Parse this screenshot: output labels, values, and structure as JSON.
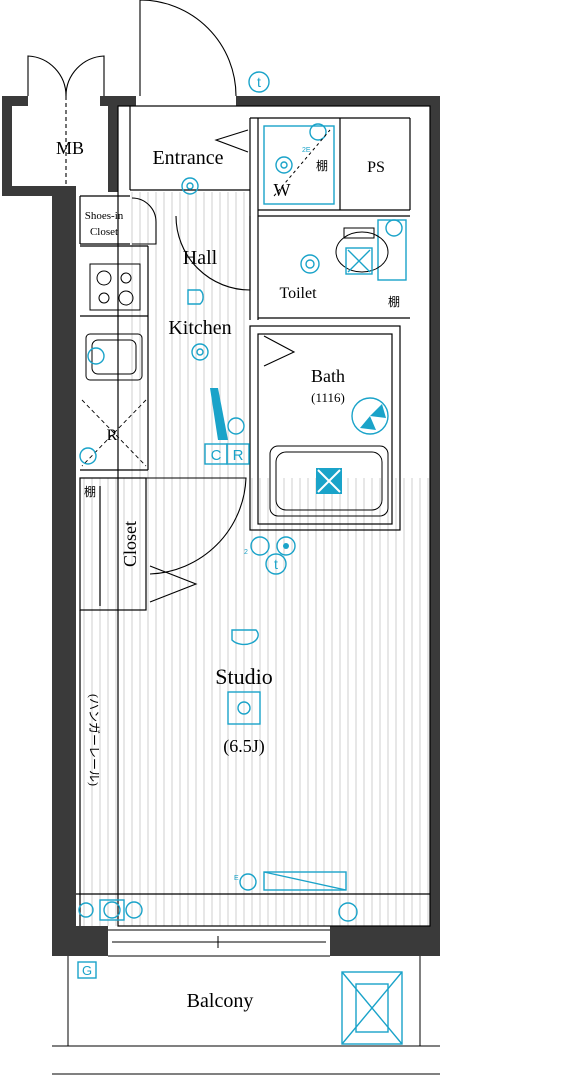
{
  "rooms": {
    "mb": "MB",
    "entrance": "Entrance",
    "ps": "PS",
    "washer": "W",
    "shoes_closet_line1": "Shoes-in",
    "shoes_closet_line2": "Closet",
    "hall": "Hall",
    "toilet": "Toilet",
    "kitchen": "Kitchen",
    "bath": "Bath",
    "bath_size": "(1116)",
    "refrigerator": "R",
    "closet": "Closet",
    "studio": "Studio",
    "studio_size": "(6.5J)",
    "balcony": "Balcony"
  },
  "annotations": {
    "shelf": "棚",
    "shelf_toilet": "棚",
    "shelf_closet": "棚",
    "hanger_rail": "(ハンガーレール)",
    "cupboard_c": "C",
    "cupboard_r": "R",
    "gas_g": "G",
    "tel_top": "t",
    "tel_studio": "t",
    "outlet_2e_small": "2E",
    "outlet_2": "2",
    "outlet_e": "E"
  },
  "colors": {
    "wall": "#3a3a3a",
    "line": "#000000",
    "floor_stripe": "#c9c9c9",
    "equipment": "#1aa3c9",
    "background": "#ffffff"
  },
  "icons": [
    "washbasin-icon",
    "toilet-icon",
    "bathtub-icon",
    "stove-icon",
    "sink-icon",
    "ceiling-light-icon",
    "outlet-icon",
    "ventilation-fan-icon",
    "aircon-icon",
    "drain-icon",
    "tv-outlet-icon",
    "telephone-icon"
  ]
}
